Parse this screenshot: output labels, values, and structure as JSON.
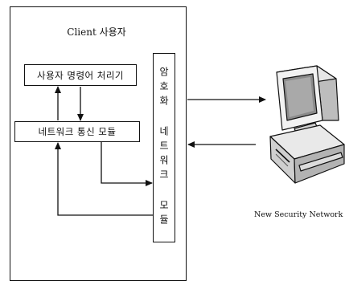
{
  "client": {
    "title": "Client 사용자"
  },
  "modules": {
    "command_processor": "사용자 명령어 처리기",
    "network_comm": "네트워크 통신 모듈",
    "encryption_network": "암호화 네트워크 모듈"
  },
  "network": {
    "label": "New Security Network",
    "icon": "computer-icon"
  }
}
